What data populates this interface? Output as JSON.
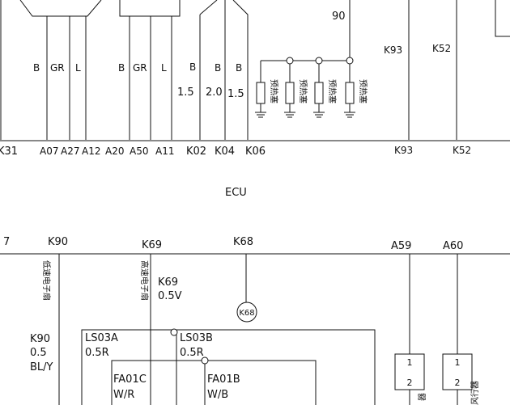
{
  "top": {
    "wire_colors": [
      "B",
      "GR",
      "L",
      "B",
      "GR",
      "L",
      "B",
      "B",
      "B"
    ],
    "wire_gauges": [
      "1.5",
      "2.0",
      "1.5"
    ],
    "value_90": "90",
    "k93": "K93",
    "k52": "K52",
    "glow_plug_label": "预热塞",
    "pins": [
      "K31",
      "A07",
      "A27",
      "A12",
      "A20",
      "A50",
      "A11",
      "K02",
      "K04",
      "K06",
      "K93",
      "K52"
    ]
  },
  "ecu_label": "ECU",
  "bottom": {
    "pins": [
      "7",
      "K90",
      "K69",
      "K68",
      "A59",
      "A60"
    ],
    "low_fan": "低速电子扇",
    "high_fan": "高速电子扇",
    "k69_label": "K69",
    "k69_voltage": "0.5V",
    "k68_circle": "K68",
    "k90_wire": [
      "K90",
      "0.5",
      "BL/Y"
    ],
    "ls03a": [
      "LS03A",
      "0.5R"
    ],
    "ls03b": [
      "LS03B",
      "0.5R"
    ],
    "fa01c": [
      "FA01C",
      "W/R"
    ],
    "fa01b": [
      "FA01B",
      "W/B"
    ],
    "relay_a59_pins": [
      "1",
      "2"
    ],
    "relay_a60_pins": [
      "1",
      "2"
    ],
    "relay_a59_fragment": "器",
    "relay_a60_fragment": "风行器"
  }
}
